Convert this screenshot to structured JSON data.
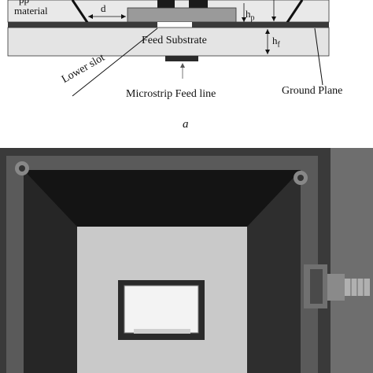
{
  "diagram": {
    "labels": {
      "material": "material",
      "top_fragment": "pp",
      "d": "d",
      "hp_base": "h",
      "hp_sub": "p",
      "hf_base": "h",
      "hf_sub": "f",
      "feed_substrate": "Feed Substrate",
      "lower_slot": "Lower slot",
      "microstrip_feed_line": "Microstrip Feed line",
      "ground_plane": "Ground Plane",
      "panel_a": "a"
    },
    "colors": {
      "foam": "#e9e9e9",
      "substrate": "#e4e4e4",
      "ground": "#3a3a3a",
      "patch": "#9a9a9a",
      "dark_part": "#1a1a1a",
      "photo_bg": "#3a3a3a"
    }
  }
}
